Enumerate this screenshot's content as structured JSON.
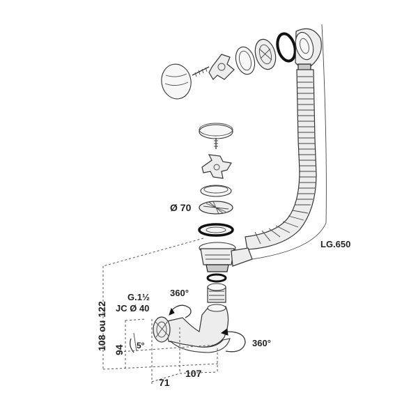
{
  "labels": {
    "diameter_70": "Ø 70",
    "length": "LG.650",
    "rotation_top": "360°",
    "rotation_bottom": "360°",
    "thread_g": "G.1½",
    "thread_jc": "JC Ø 40",
    "height_range": "108 ou 122",
    "height_94": "94",
    "angle": "5°",
    "dim_71": "71",
    "dim_107": "107"
  }
}
